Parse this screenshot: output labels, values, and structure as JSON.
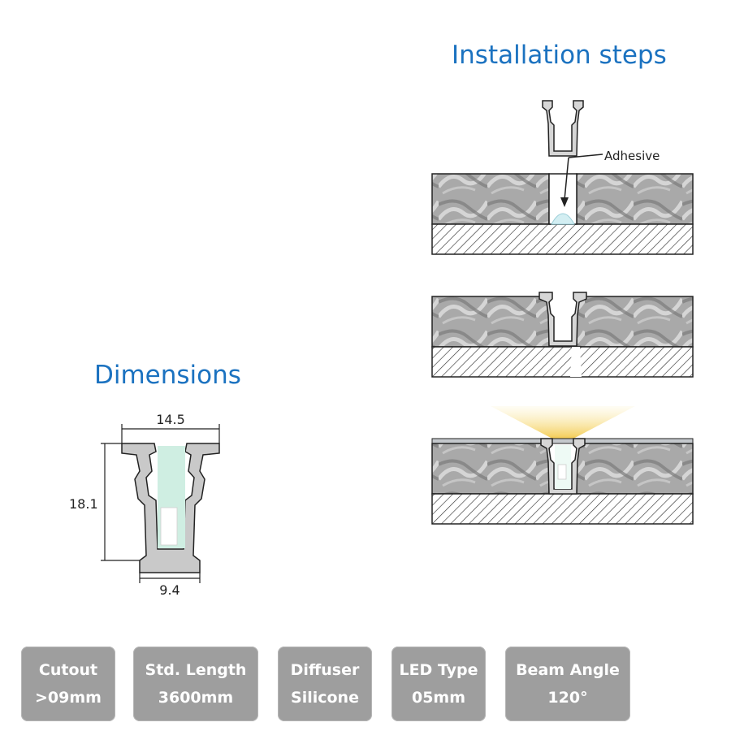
{
  "installation": {
    "title": "Installation steps",
    "adhesive_label": "Adhesive"
  },
  "dimensions": {
    "title": "Dimensions",
    "width_top": "14.5",
    "height": "18.1",
    "width_bottom": "9.4"
  },
  "specs": [
    {
      "label": "Cutout",
      "value": ">09mm"
    },
    {
      "label": "Std. Length",
      "value": "3600mm"
    },
    {
      "label": "Diffuser",
      "value": "Silicone"
    },
    {
      "label": "LED Type",
      "value": "05mm"
    },
    {
      "label": "Beam Angle",
      "value": "120°"
    }
  ],
  "colors": {
    "title_blue": "#1b72c0",
    "badge_gray": "#9e9e9e",
    "beam_yellow": "#f5d76e",
    "diffuser_green": "#cfeee2"
  }
}
